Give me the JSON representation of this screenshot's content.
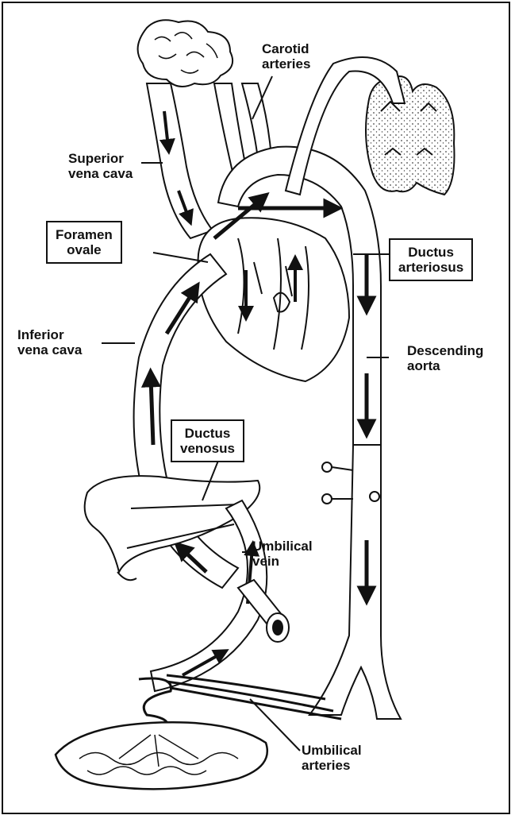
{
  "colors": {
    "ink": "#111111",
    "paper": "#ffffff",
    "stipple": "#444444"
  },
  "labels": {
    "carotid": [
      "Carotid",
      "arteries"
    ],
    "superior_vena_cava": [
      "Superior",
      "vena cava"
    ],
    "foramen_ovale": [
      "Foramen",
      "ovale"
    ],
    "ductus_arteriosus": [
      "Ductus",
      "arteriosus"
    ],
    "inferior_vena_cava": [
      "Inferior",
      "vena cava"
    ],
    "descending_aorta": [
      "Descending",
      "aorta"
    ],
    "ductus_venosus": [
      "Ductus",
      "venosus"
    ],
    "umbilical_vein": [
      "Umbilical",
      "vein"
    ],
    "umbilical_arteries": [
      "Umbilical",
      "arteries"
    ]
  }
}
